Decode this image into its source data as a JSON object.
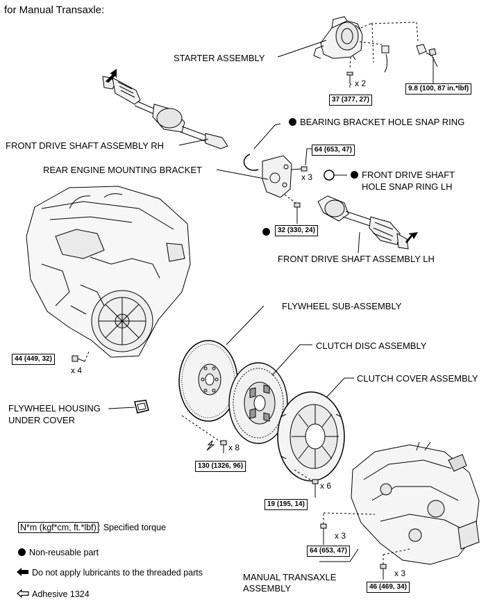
{
  "title": "for Manual Transaxle:",
  "parts": {
    "starter": "STARTER ASSEMBLY",
    "drive_rh": "FRONT DRIVE SHAFT ASSEMBLY RH",
    "bearing_snap": "BEARING BRACKET HOLE SNAP RING",
    "rear_mount": "REAR ENGINE MOUNTING BRACKET",
    "fds_snap_1": "FRONT DRIVE SHAFT",
    "fds_snap_2": "HOLE SNAP RING LH",
    "drive_lh": "FRONT DRIVE SHAFT ASSEMBLY LH",
    "flywheel": "FLYWHEEL SUB-ASSEMBLY",
    "clutch_disc": "CLUTCH DISC ASSEMBLY",
    "clutch_cover": "CLUTCH COVER ASSEMBLY",
    "fhuc_1": "FLYWHEEL HOUSING",
    "fhuc_2": "UNDER COVER",
    "transaxle_1": "MANUAL TRANSAXLE",
    "transaxle_2": "ASSEMBLY"
  },
  "torques": {
    "t_starter": "37 (377, 27)",
    "t_starter_wire": "9.8 (100, 87 in.*lbf)",
    "t_bracket_top": "64 (653, 47)",
    "t_bracket_bottom": "32 (330, 24)",
    "t_engine": "44 (449, 32)",
    "t_flywheel": "130 (1326, 96)",
    "t_clutch": "19 (195, 14)",
    "t_trans_1": "64 (653, 47)",
    "t_trans_2": "46 (469, 34)"
  },
  "quantities": {
    "q_starter": "x 2",
    "q_bracket": "x 3",
    "q_engine": "x 4",
    "q_flywheel": "x 8",
    "q_clutch": "x 6",
    "q_trans_1": "x 3",
    "q_trans_2": "x 3"
  },
  "legend": {
    "torque_box": "N*m (kgf*cm, ft.*lbf)",
    "torque_text": ": Specified torque",
    "nonreusable": "Non-reusable part",
    "no_lube": "Do not apply lubricants to the threaded parts",
    "adhesive": "Adhesive 1324"
  }
}
